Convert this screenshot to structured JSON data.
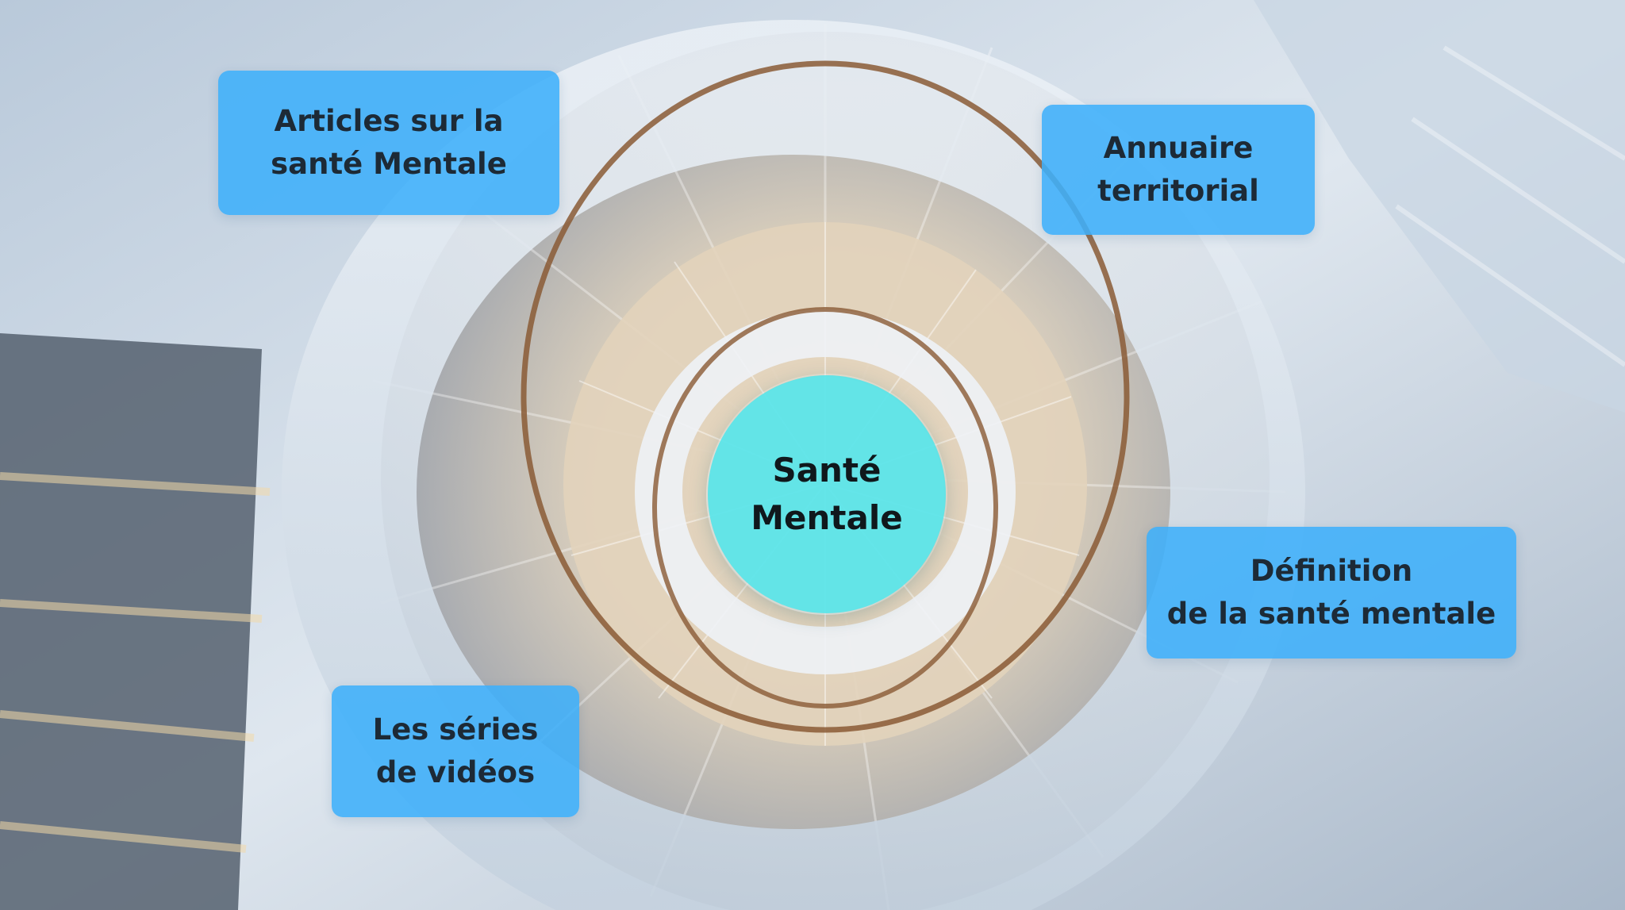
{
  "hub": {
    "line1": "Santé",
    "line2": "Mentale"
  },
  "cards": {
    "articles": {
      "line1": "Articles sur la",
      "line2": "santé Mentale"
    },
    "annuaire": {
      "line1": "Annuaire",
      "line2": "territorial"
    },
    "definition": {
      "line1": "Définition",
      "line2": "de la santé mentale"
    },
    "videos": {
      "line1": "Les séries",
      "line2": "de vidéos"
    }
  },
  "colors": {
    "card": "#3eaffa",
    "hub": "#58e4e8",
    "text": "#1d2a36",
    "background": "#cfdbe8"
  }
}
